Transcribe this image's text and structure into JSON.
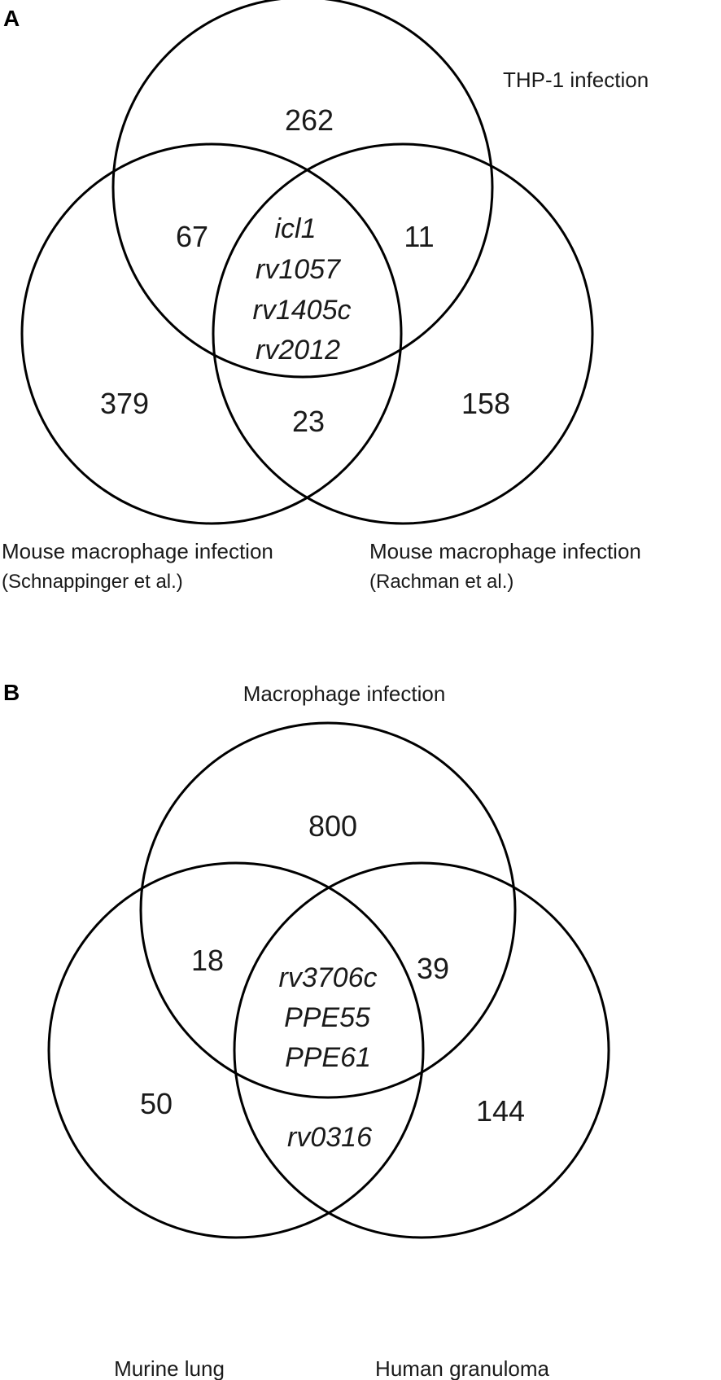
{
  "panel_a": {
    "letter": "A",
    "sets": {
      "top": "THP-1 infection",
      "left_line1": "Mouse macrophage infection",
      "left_line2": "(Schnappinger et al.)",
      "right_line1": "Mouse macrophage infection",
      "right_line2": "(Rachman et al.)"
    },
    "regions": {
      "top_only": "262",
      "left_only": "379",
      "right_only": "158",
      "top_left": "67",
      "top_right": "11",
      "left_right": "23",
      "all": [
        "icl1",
        "rv1057",
        "rv1405c",
        "rv2012"
      ]
    }
  },
  "panel_b": {
    "letter": "B",
    "sets": {
      "top": "Macrophage infection",
      "left": "Murine lung",
      "right": "Human granuloma"
    },
    "regions": {
      "top_only": "800",
      "left_only": "50",
      "right_only": "144",
      "top_left": "18",
      "top_right": "39",
      "left_right": "rv0316",
      "all": [
        "rv3706c",
        "PPE55",
        "PPE61"
      ]
    }
  }
}
